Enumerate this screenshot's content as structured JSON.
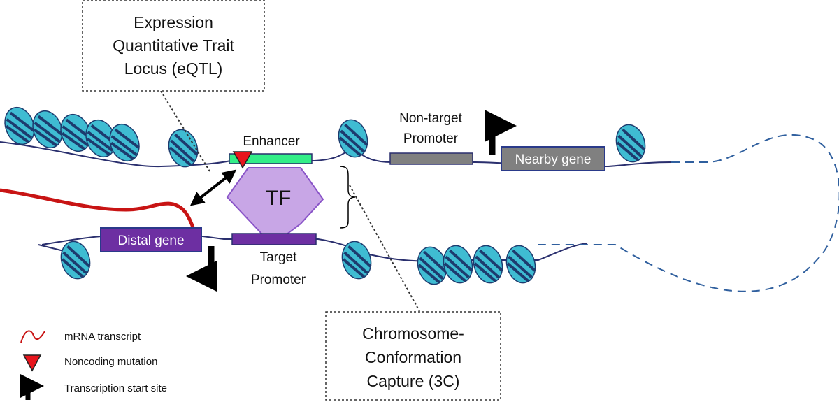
{
  "callouts": {
    "eqtl": [
      "Expression",
      "Quantitative Trait",
      "Locus (eQTL)"
    ],
    "capture": [
      "Chromosome-",
      "Conformation",
      "Capture (3C)"
    ]
  },
  "labels": {
    "enhancer": "Enhancer",
    "non_target_promoter": [
      "Non-target",
      "Promoter"
    ],
    "target_promoter": [
      "Target",
      "Promoter"
    ],
    "tf": "TF",
    "nearby_gene": "Nearby gene",
    "distal_gene": "Distal gene"
  },
  "legend": [
    {
      "icon": "mrna-transcript-icon",
      "label": "mRNA transcript"
    },
    {
      "icon": "noncoding-mutation-icon",
      "label": "Noncoding mutation"
    },
    {
      "icon": "transcription-start-site-icon",
      "label": "Transcription start site"
    }
  ],
  "colors": {
    "nucleosome": "#3fbcd2",
    "nucleosome_band": "#1d3b6e",
    "dna": "#2a2f6e",
    "enhancer": "#33ee88",
    "mutation": "#e8151d",
    "tf": "#c8a6e6",
    "tf_border": "#8a55c8",
    "target_promoter": "#6d2fa2",
    "distal_gene": "#6d2fa2",
    "gray_box": "#808080",
    "mrna": "#c81414"
  }
}
